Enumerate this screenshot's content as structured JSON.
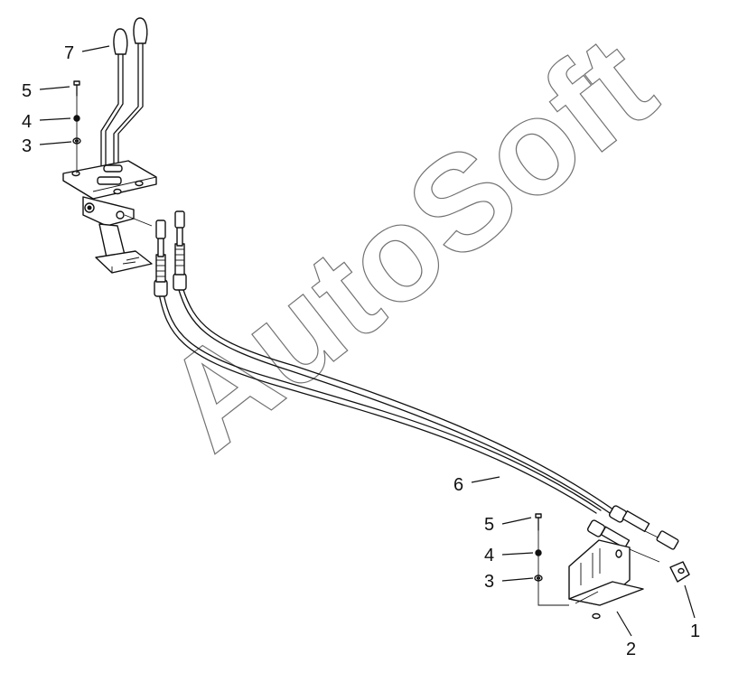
{
  "watermark": "AutoSoft",
  "callouts": {
    "c1": "1",
    "c2": "2",
    "c3_top": "3",
    "c4_top": "4",
    "c5_top": "5",
    "c3_bottom": "3",
    "c4_bottom": "4",
    "c5_bottom": "5",
    "c6": "6",
    "c7": "7"
  }
}
